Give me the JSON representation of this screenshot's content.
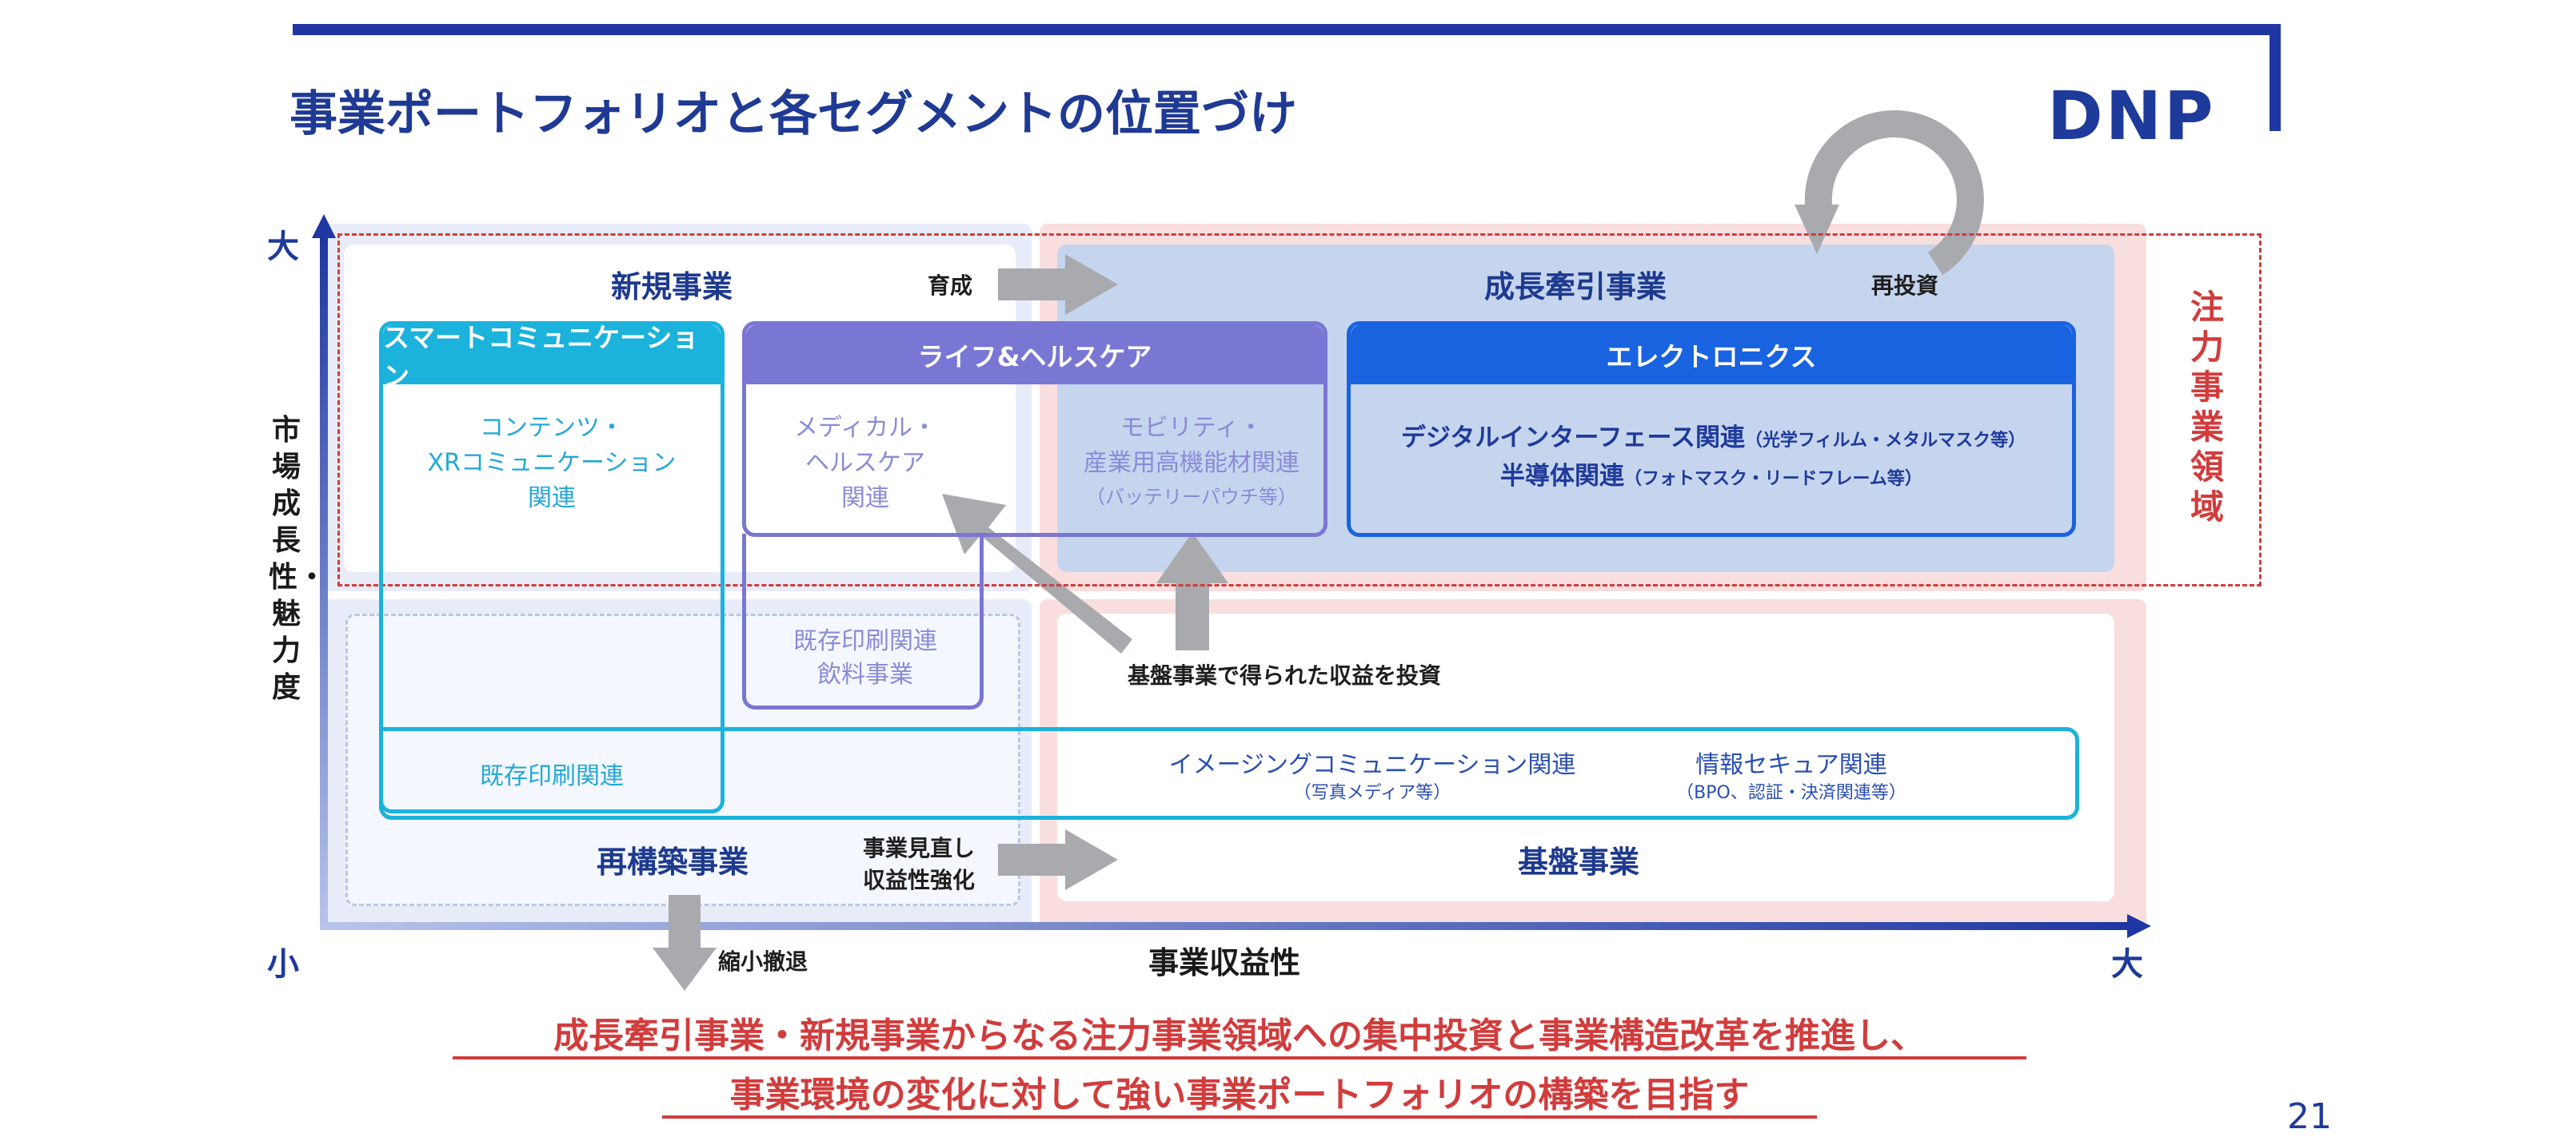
{
  "slide": {
    "title": "事業ポートフォリオと各セグメントの位置づけ",
    "logo": "DNP",
    "page_number": "21"
  },
  "axes": {
    "y_title": "市場成長性・魅力度",
    "y_high": "大",
    "y_low": "小",
    "x_title": "事業収益性",
    "x_high": "大"
  },
  "quadrants": {
    "top_left": "新規事業",
    "top_right": "成長牽引事業",
    "bottom_left": "再構築事業",
    "bottom_right": "基盤事業"
  },
  "focus_area": {
    "label": "注力事業領域"
  },
  "flows": {
    "nurture": "育成",
    "reinvest": "再投資",
    "review_line1": "事業見直し",
    "review_line2": "収益性強化",
    "shrink": "縮小撤退",
    "invest_profits": "基盤事業で得られた収益を投資"
  },
  "segments": {
    "smart": {
      "header": "スマートコミュニケーション",
      "item_line1": "コンテンツ・",
      "item_line2": "XRコミュニケーション",
      "item_line3": "関連",
      "existing_print": "既存印刷関連"
    },
    "life": {
      "header": "ライフ&ヘルスケア",
      "medical_line1": "メディカル・",
      "medical_line2": "ヘルスケア",
      "medical_line3": "関連",
      "mobility_line1": "モビリティ・",
      "mobility_line2": "産業用高機能材関連",
      "mobility_note": "（バッテリーパウチ等）",
      "existing_line1": "既存印刷関連",
      "existing_line2": "飲料事業"
    },
    "electronics": {
      "header": "エレクトロニクス",
      "digital": "デジタルインターフェース関連",
      "digital_note": "（光学フィルム・メタルマスク等）",
      "semi": "半導体関連",
      "semi_note": "（フォトマスク・リードフレーム等）"
    },
    "base": {
      "imaging": "イメージングコミュニケーション関連",
      "imaging_note": "（写真メディア等）",
      "security": "情報セキュア関連",
      "security_note": "（BPO、認証・決済関連等）"
    }
  },
  "conclusion": {
    "line1": "成長牽引事業・新規事業からなる注力事業領域への集中投資と事業構造改革を推進し、",
    "line2": "事業環境の変化に対して強い事業ポートフォリオの構築を目指す"
  },
  "colors": {
    "navy": "#1f37a3",
    "cyan": "#1bb2dc",
    "violet": "#7a76d4",
    "electronics_blue": "#1a63e0",
    "accent_red": "#d13c3c",
    "arrow_gray": "#a8aaae"
  }
}
